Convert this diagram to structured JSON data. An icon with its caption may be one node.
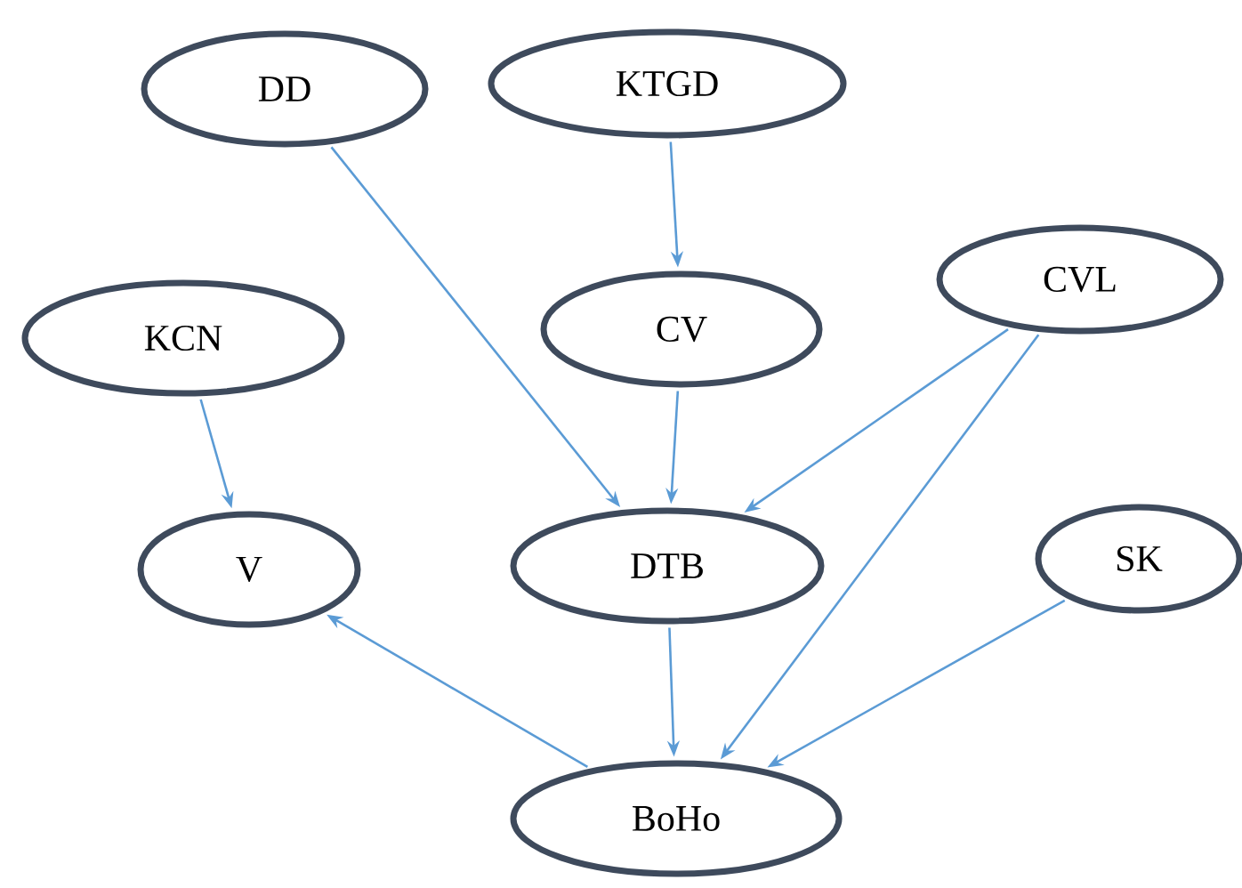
{
  "diagram": {
    "nodes": [
      {
        "text": [
          "DD"
        ]
      },
      {
        "text": [
          "KTGD"
        ]
      },
      {
        "text": [
          "KCN"
        ]
      },
      {
        "text": [
          "CV"
        ]
      },
      {
        "text": [
          "CVL"
        ]
      },
      {
        "text": [
          "V"
        ]
      },
      {
        "text": [
          "DTB"
        ]
      },
      {
        "text": [
          "SK"
        ]
      },
      {
        "text": [
          "BoHo"
        ]
      }
    ],
    "edges": [
      {
        "from": 0,
        "to": 6,
        "arrow": "to"
      },
      {
        "from": 1,
        "to": 3,
        "arrow": "to"
      },
      {
        "from": 3,
        "to": 6,
        "arrow": "to"
      },
      {
        "from": 4,
        "to": 6,
        "arrow": "to"
      },
      {
        "from": 4,
        "to": 8,
        "arrow": "to"
      },
      {
        "from": 2,
        "to": 5,
        "arrow": "to"
      },
      {
        "from": 6,
        "to": 8,
        "arrow": "to"
      },
      {
        "from": 8,
        "to": 5,
        "arrow": "to"
      },
      {
        "from": 7,
        "to": 8,
        "arrow": "to"
      }
    ]
  }
}
